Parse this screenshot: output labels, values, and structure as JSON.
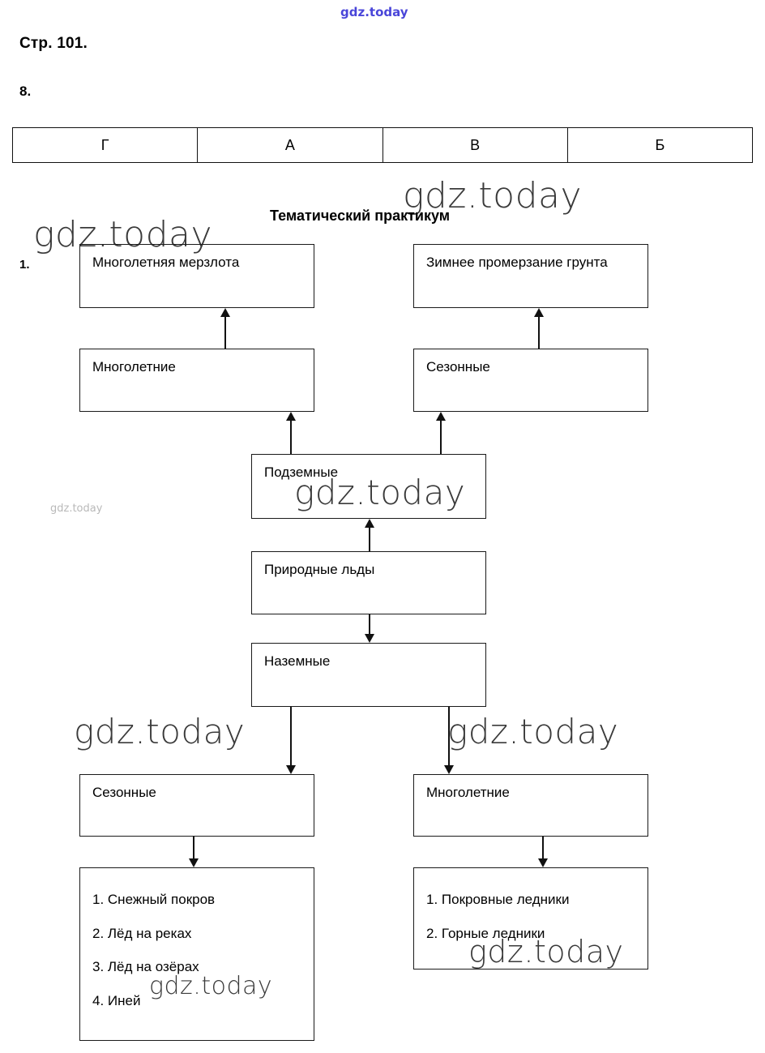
{
  "page": {
    "header": "Стр. 101.",
    "task_number": "8.",
    "item_number": "1.",
    "section_title": "Тематический практикум"
  },
  "answer_table": {
    "cells": [
      "Г",
      "А",
      "В",
      "Б"
    ]
  },
  "diagram": {
    "boxes": {
      "permafrost": "Многолетняя мерзлота",
      "winter_freeze": "Зимнее промерзание грунта",
      "perennial_upper": "Многолетние",
      "seasonal_upper": "Сезонные",
      "underground": "Подземные",
      "natural_ice": "Природные льды",
      "surface": "Наземные",
      "seasonal_lower": "Сезонные",
      "perennial_lower": "Многолетние",
      "seasonal_list": "1. Снежный покров\n2. Лёд на реках\n3. Лёд на озёрах\n4. Иней",
      "perennial_list": "1. Покровные ледники\n2. Горные ледники"
    }
  },
  "watermarks": {
    "top_blue": "gdz.today",
    "left_upper": "gdz.today",
    "right_upper": "gdz.today",
    "center_mid": "gdz.today",
    "faint_small": "gdz.today",
    "left_lower": "gdz.today",
    "right_lower": "gdz.today",
    "list_left": "gdz.today",
    "list_right": "gdz.today"
  },
  "colors": {
    "ink": "#111111",
    "watermark_blue": "#3a36d6",
    "watermark_gray": "#3a3a3a",
    "watermark_faint": "#b9b9b9"
  }
}
